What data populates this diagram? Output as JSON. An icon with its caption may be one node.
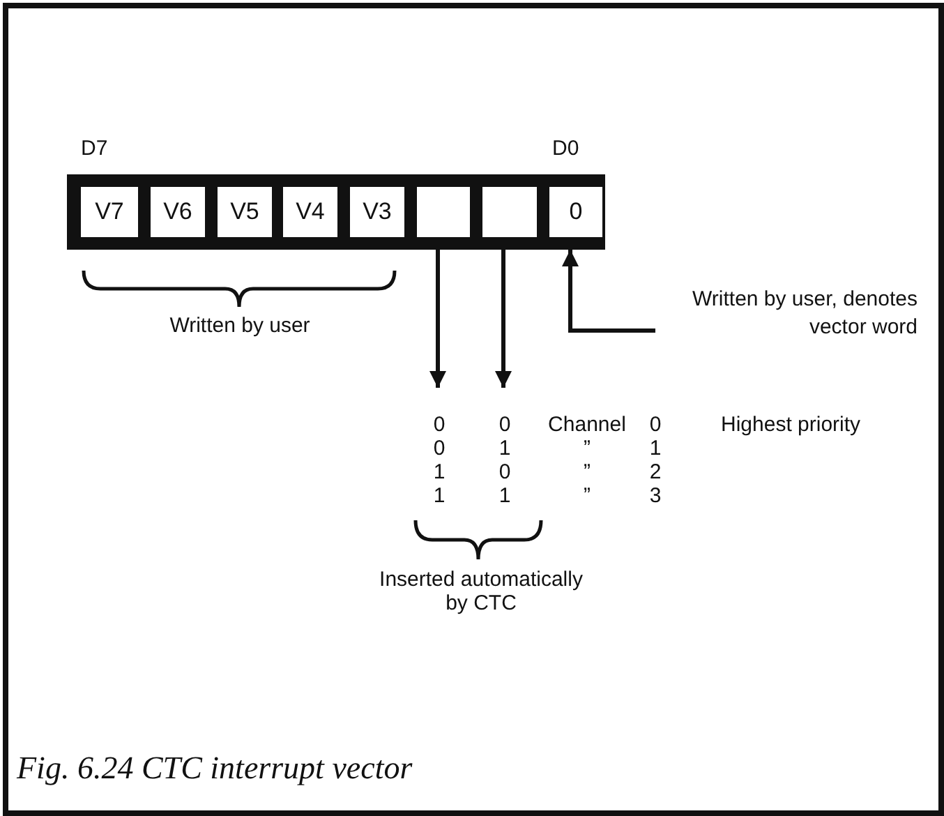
{
  "diagram": {
    "caption": "Fig. 6.24 CTC interrupt vector",
    "nodes": [
      {
        "text": [],
        "shape": "bar"
      },
      {
        "text": [
          "V7"
        ],
        "in": 0
      },
      {
        "text": [
          "V6"
        ],
        "in": 0
      },
      {
        "text": [
          "V5"
        ],
        "in": 0
      },
      {
        "text": [
          "V4"
        ],
        "in": 0
      },
      {
        "text": [
          "V3"
        ],
        "in": 0
      },
      {
        "text": [],
        "shape": "box",
        "in": 0
      },
      {
        "text": [],
        "shape": "box",
        "in": 0
      },
      {
        "text": [
          "0"
        ],
        "in": 0
      },
      {
        "text": [
          "Written by user, denotes vector word"
        ]
      }
    ],
    "edges": [
      {
        "from": 6,
        "to": null,
        "arrow": "to"
      },
      {
        "from": 7,
        "to": null,
        "arrow": "to"
      },
      {
        "from": 9,
        "to": 8,
        "arrow": "to"
      }
    ],
    "labels": [
      "D7",
      "D0",
      "Written by user",
      "0",
      "0",
      "Channel",
      "0",
      "Highest priority",
      "0",
      "1",
      "”",
      "1",
      "1",
      "0",
      "”",
      "2",
      "1",
      "1",
      "”",
      "3",
      "Inserted automatically by CTC"
    ]
  }
}
